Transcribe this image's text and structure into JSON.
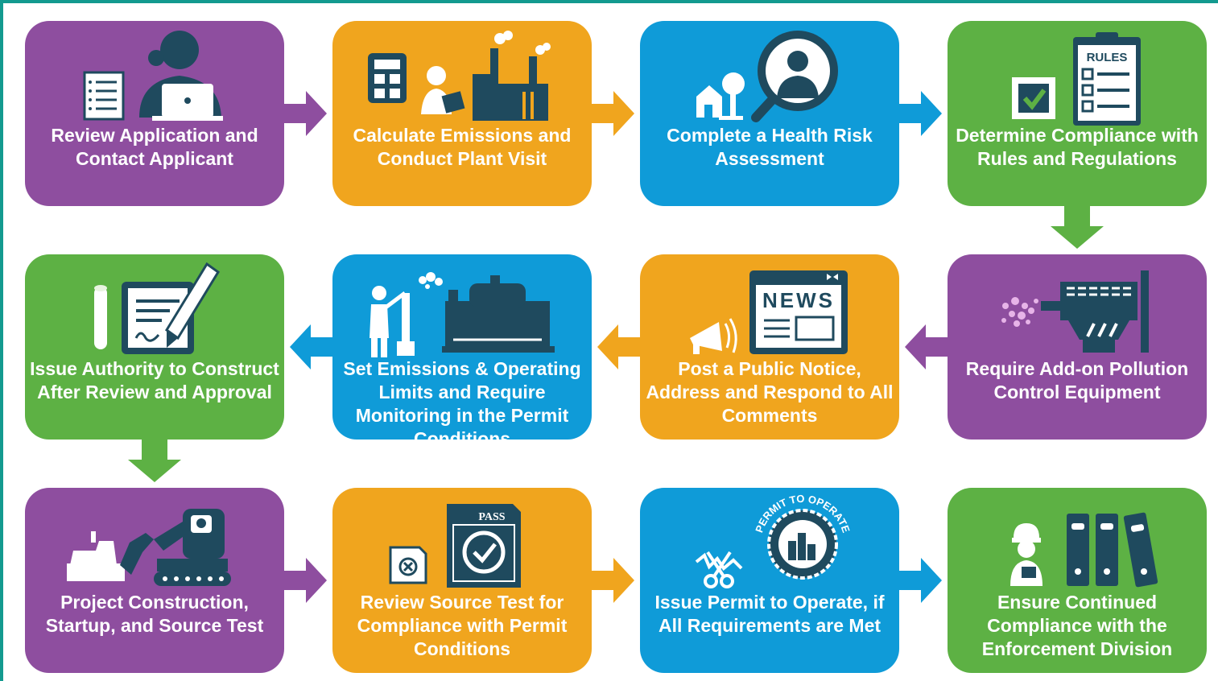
{
  "steps": [
    {
      "label": "Review Application and Contact Applicant",
      "color": "#8e4e9f",
      "icon": "applicant-laptop-icon"
    },
    {
      "label": "Calculate Emissions and Conduct Plant Visit",
      "color": "#f0a51e",
      "icon": "calculator-factory-icon"
    },
    {
      "label": "Complete a Health Risk Assessment",
      "color": "#0f9bd8",
      "icon": "magnifier-doctor-icon"
    },
    {
      "label": "Determine Compliance with Rules and Regulations",
      "color": "#5db144",
      "icon": "rules-clipboard-icon",
      "icon_text": "RULES"
    },
    {
      "label": "Require Add-on Pollution Control Equipment",
      "color": "#8e4e9f",
      "icon": "pollution-control-icon"
    },
    {
      "label": "Post a Public Notice, Address and Respond to All Comments",
      "color": "#f0a51e",
      "icon": "news-megaphone-icon",
      "icon_text": "NEWS"
    },
    {
      "label": "Set Emissions & Operating Limits and Require Monitoring in the Permit Conditions",
      "color": "#0f9bd8",
      "icon": "monitoring-plant-icon"
    },
    {
      "label": "Issue Authority to Construct After Review and Approval",
      "color": "#5db144",
      "icon": "document-signing-icon"
    },
    {
      "label": "Project Construction, Startup, and Source Test",
      "color": "#8e4e9f",
      "icon": "excavator-icon"
    },
    {
      "label": "Review Source Test for Compliance with Permit Conditions",
      "color": "#f0a51e",
      "icon": "pass-document-icon",
      "icon_text": "PASS"
    },
    {
      "label": "Issue Permit to Operate, if All Requirements are Met",
      "color": "#0f9bd8",
      "icon": "permit-seal-icon",
      "icon_text": "PERMIT TO OPERATE"
    },
    {
      "label": "Ensure Continued Compliance with the Enforcement Division",
      "color": "#5db144",
      "icon": "binders-inspector-icon"
    }
  ]
}
